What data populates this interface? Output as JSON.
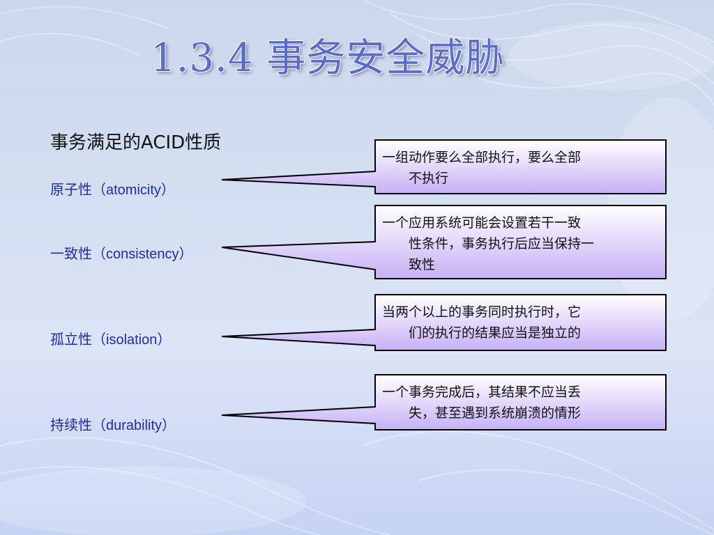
{
  "slide": {
    "title": "1.3.4 事务安全威胁",
    "subtitle": "事务满足的ACID性质",
    "properties": [
      {
        "zh": "原子性（",
        "en": "atomicity",
        "close": "）"
      },
      {
        "zh": "一致性（",
        "en": "consistency",
        "close": "）"
      },
      {
        "zh": "孤立性（",
        "en": "isolation",
        "close": "）"
      },
      {
        "zh": "持续性（",
        "en": "durability",
        "close": "）"
      }
    ],
    "callouts": [
      {
        "line1": "一组动作要么全部执行，要么全部",
        "line2": "不执行",
        "line3": ""
      },
      {
        "line1": "一个应用系统可能会设置若干一致",
        "line2": "性条件，事务执行后应当保持一",
        "line3": "致性"
      },
      {
        "line1": "当两个以上的事务同时执行时，它",
        "line2": "们的执行的结果应当是独立的",
        "line3": ""
      },
      {
        "line1": "一个事务完成后，其结果不应当丢",
        "line2": "失，甚至遇到系统崩溃的情形",
        "line3": ""
      }
    ]
  },
  "colors": {
    "title": "#5b6dc8",
    "property_text": "#1f2d9e",
    "callout_top": "#ffffff",
    "callout_bottom": "#c5b0f5"
  }
}
